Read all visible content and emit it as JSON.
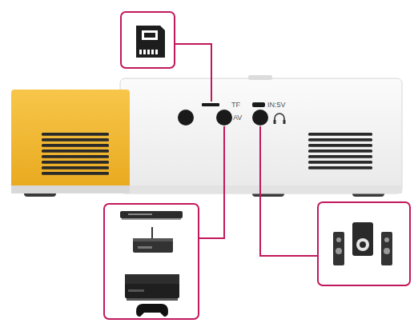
{
  "diagram": {
    "labels": [
      "TF",
      "AV",
      "IN:5V"
    ]
  }
}
